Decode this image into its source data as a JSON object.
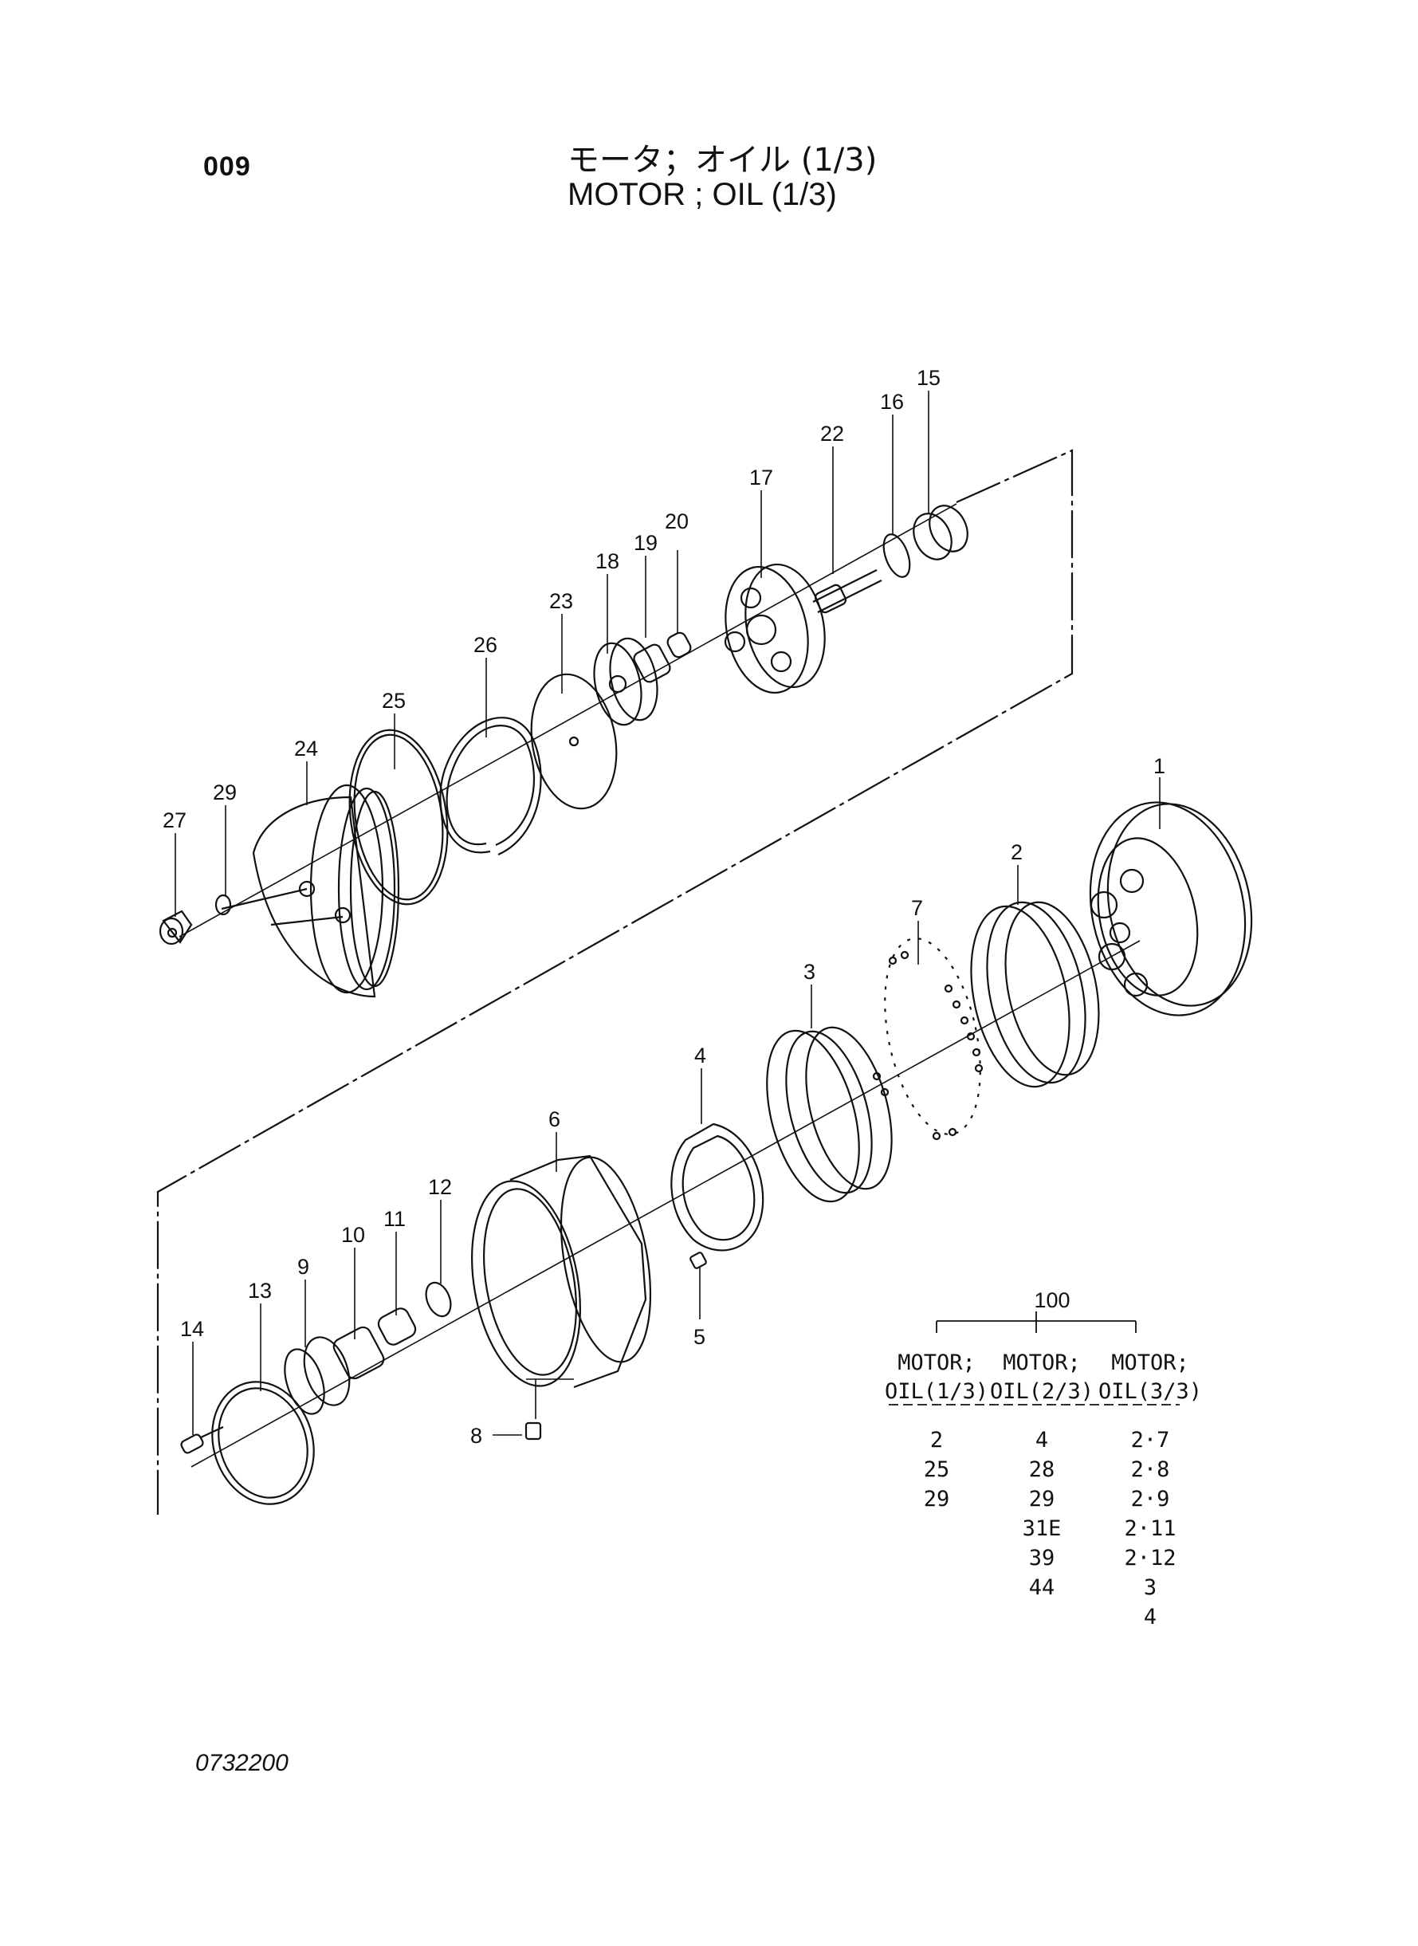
{
  "page_number": "009",
  "title_jp": "モータ；オイル (1/3)",
  "title_en": "MOTOR ; OIL (1/3)",
  "part_callouts": [
    "1",
    "2",
    "3",
    "4",
    "5",
    "6",
    "7",
    "8",
    "9",
    "10",
    "11",
    "12",
    "13",
    "14",
    "15",
    "16",
    "17",
    "18",
    "19",
    "20",
    "22",
    "23",
    "24",
    "25",
    "26",
    "27",
    "29"
  ],
  "assembly": {
    "number": "100",
    "columns": [
      {
        "header_line1": "MOTOR;",
        "header_line2": "OIL(1/3)",
        "items": [
          "2",
          "25",
          "29"
        ]
      },
      {
        "header_line1": "MOTOR;",
        "header_line2": "OIL(2/3)",
        "items": [
          "4",
          "28",
          "29",
          "31E",
          "39",
          "44"
        ]
      },
      {
        "header_line1": "MOTOR;",
        "header_line2": "OIL(3/3)",
        "items": [
          "2·7",
          "2·8",
          "2·9",
          "2·11",
          "2·12",
          "3",
          "4"
        ]
      }
    ]
  },
  "document_code": "0732200"
}
